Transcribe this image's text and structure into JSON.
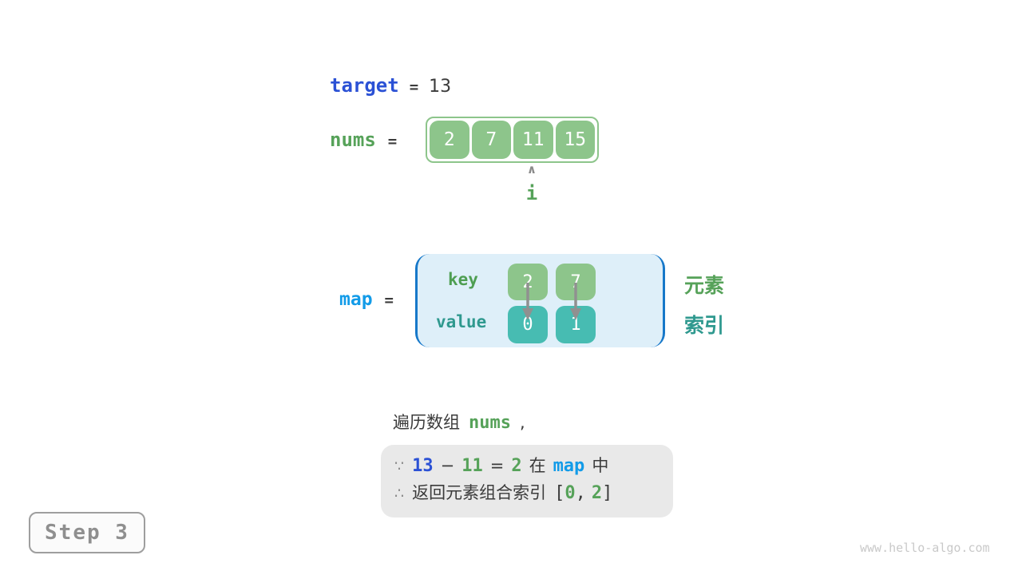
{
  "target_row": {
    "label": "target",
    "equals": "=",
    "value": "13"
  },
  "nums_row": {
    "label": "nums",
    "equals": "=",
    "cells": [
      "2",
      "7",
      "11",
      "15"
    ],
    "pointer": {
      "arrow": "∧",
      "label": "i"
    }
  },
  "map_row": {
    "label": "map",
    "equals": "=",
    "key_label": "key",
    "value_label": "value",
    "entries": [
      {
        "key": "2",
        "value": "0"
      },
      {
        "key": "7",
        "value": "1"
      }
    ],
    "side_labels": {
      "element": "元素",
      "index": "索引"
    }
  },
  "caption": {
    "prefix": "遍历数组",
    "code": "nums",
    "suffix": ","
  },
  "conclusion": {
    "line1": {
      "because": "∵",
      "minuend": "13",
      "minus": "−",
      "subtrahend": "11",
      "equals": "=",
      "difference": "2",
      "in_word": "在",
      "map_word": "map",
      "suffix_word": "中"
    },
    "line2": {
      "therefore": "∴",
      "text": "返回元素组合索引",
      "bracket_open": "[",
      "first_index": "0",
      "comma": ",",
      "second_index": "2",
      "bracket_close": "]"
    }
  },
  "step_badge": {
    "label": "Step 3"
  },
  "watermark": {
    "text": "www.hello-algo.com"
  },
  "colors": {
    "royal_blue": "#2b51d5",
    "azure_blue": "#129be8",
    "bracket_blue": "#1778c9",
    "map_background": "#deeff9",
    "cell_green": "#8dc58b",
    "cell_teal": "#47bcb2",
    "text_green": "#56a259",
    "text_teal": "#2f998f",
    "dark_text": "#3b3b3b",
    "gray_symbol": "#8a8a8a",
    "conclusion_background": "#e9e9e9"
  }
}
